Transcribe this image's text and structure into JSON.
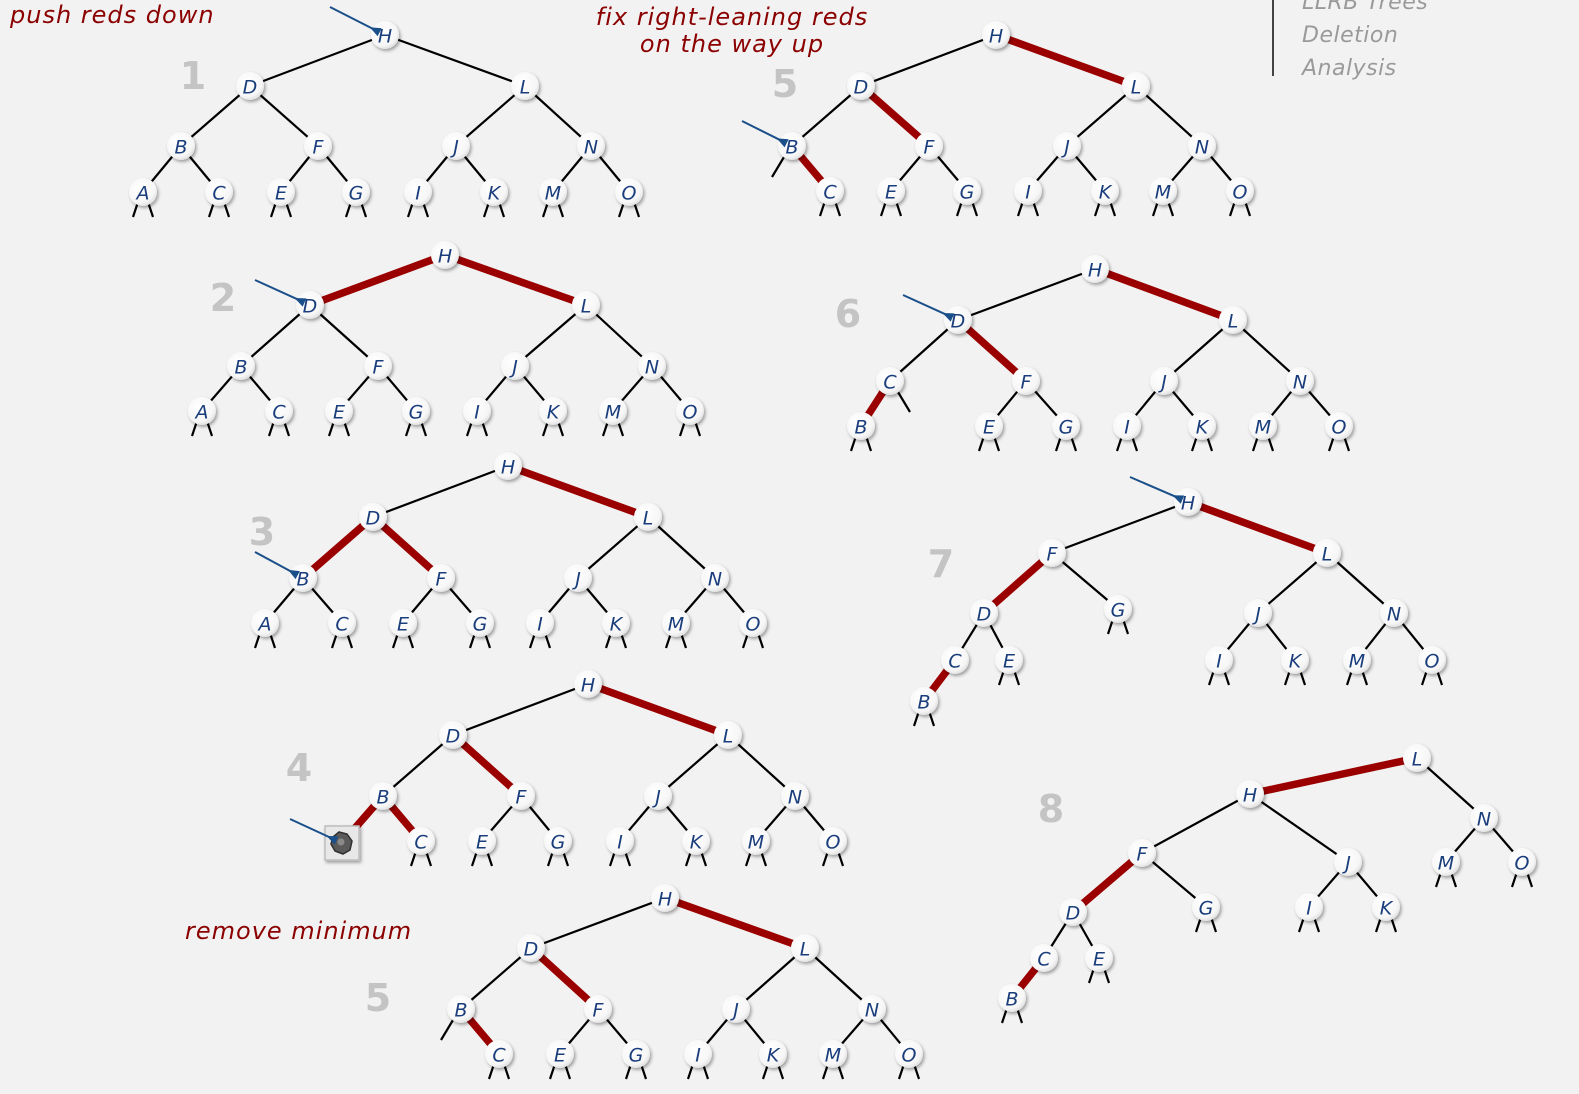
{
  "captions": {
    "push": "push reds down",
    "fix_line1": "fix right-leaning reds",
    "fix_line2": "on the way up",
    "remove": "remove minimum"
  },
  "nav": [
    "LLRB Trees",
    "Deletion",
    "Analysis"
  ],
  "colors": {
    "background": "#f2f2f2",
    "red_link": "#9b0000",
    "black_link": "#000000",
    "node_label": "#1a3d7c",
    "arrow": "#1a4f8a",
    "step_label": "#c4c4c4"
  },
  "steps": [
    {
      "id": "step1",
      "label": "1",
      "pointer": "H",
      "edges": [
        [
          "H",
          "D"
        ],
        [
          "H",
          "L"
        ],
        [
          "D",
          "B"
        ],
        [
          "D",
          "F"
        ],
        [
          "L",
          "J"
        ],
        [
          "L",
          "N"
        ],
        [
          "B",
          "A"
        ],
        [
          "B",
          "C"
        ],
        [
          "F",
          "E"
        ],
        [
          "F",
          "G"
        ],
        [
          "J",
          "I"
        ],
        [
          "J",
          "K"
        ],
        [
          "N",
          "M"
        ],
        [
          "N",
          "O"
        ]
      ],
      "red": [],
      "extra_nulls": [],
      "removed": null
    },
    {
      "id": "step2",
      "label": "2",
      "pointer": "D",
      "edges": [
        [
          "H",
          "D"
        ],
        [
          "H",
          "L"
        ],
        [
          "D",
          "B"
        ],
        [
          "D",
          "F"
        ],
        [
          "L",
          "J"
        ],
        [
          "L",
          "N"
        ],
        [
          "B",
          "A"
        ],
        [
          "B",
          "C"
        ],
        [
          "F",
          "E"
        ],
        [
          "F",
          "G"
        ],
        [
          "J",
          "I"
        ],
        [
          "J",
          "K"
        ],
        [
          "N",
          "M"
        ],
        [
          "N",
          "O"
        ]
      ],
      "red": [
        [
          "H",
          "D"
        ],
        [
          "H",
          "L"
        ]
      ],
      "extra_nulls": [],
      "removed": null
    },
    {
      "id": "step3",
      "label": "3",
      "pointer": "B",
      "edges": [
        [
          "H",
          "D"
        ],
        [
          "H",
          "L"
        ],
        [
          "D",
          "B"
        ],
        [
          "D",
          "F"
        ],
        [
          "L",
          "J"
        ],
        [
          "L",
          "N"
        ],
        [
          "B",
          "A"
        ],
        [
          "B",
          "C"
        ],
        [
          "F",
          "E"
        ],
        [
          "F",
          "G"
        ],
        [
          "J",
          "I"
        ],
        [
          "J",
          "K"
        ],
        [
          "N",
          "M"
        ],
        [
          "N",
          "O"
        ]
      ],
      "red": [
        [
          "H",
          "L"
        ],
        [
          "D",
          "B"
        ],
        [
          "D",
          "F"
        ]
      ],
      "extra_nulls": [],
      "removed": null
    },
    {
      "id": "step4",
      "label": "4",
      "pointer": "X",
      "edges": [
        [
          "H",
          "D"
        ],
        [
          "H",
          "L"
        ],
        [
          "D",
          "B"
        ],
        [
          "D",
          "F"
        ],
        [
          "L",
          "J"
        ],
        [
          "L",
          "N"
        ],
        [
          "B",
          "X"
        ],
        [
          "B",
          "C"
        ],
        [
          "F",
          "E"
        ],
        [
          "F",
          "G"
        ],
        [
          "J",
          "I"
        ],
        [
          "J",
          "K"
        ],
        [
          "N",
          "M"
        ],
        [
          "N",
          "O"
        ]
      ],
      "red": [
        [
          "H",
          "L"
        ],
        [
          "D",
          "F"
        ],
        [
          "B",
          "X"
        ],
        [
          "B",
          "C"
        ]
      ],
      "extra_nulls": [],
      "removed": "X"
    },
    {
      "id": "step5b",
      "label": "5",
      "pointer": null,
      "edges": [
        [
          "H",
          "D"
        ],
        [
          "H",
          "L"
        ],
        [
          "D",
          "B"
        ],
        [
          "D",
          "F"
        ],
        [
          "L",
          "J"
        ],
        [
          "L",
          "N"
        ],
        [
          "B",
          "C"
        ],
        [
          "F",
          "E"
        ],
        [
          "F",
          "G"
        ],
        [
          "J",
          "I"
        ],
        [
          "J",
          "K"
        ],
        [
          "N",
          "M"
        ],
        [
          "N",
          "O"
        ]
      ],
      "red": [
        [
          "H",
          "L"
        ],
        [
          "D",
          "F"
        ],
        [
          "B",
          "C"
        ]
      ],
      "extra_nulls": [
        [
          "B",
          "left"
        ]
      ],
      "removed": null
    },
    {
      "id": "step5a",
      "label": "5",
      "pointer": "B",
      "edges": [
        [
          "H",
          "D"
        ],
        [
          "H",
          "L"
        ],
        [
          "D",
          "B"
        ],
        [
          "D",
          "F"
        ],
        [
          "L",
          "J"
        ],
        [
          "L",
          "N"
        ],
        [
          "B",
          "C"
        ],
        [
          "F",
          "E"
        ],
        [
          "F",
          "G"
        ],
        [
          "J",
          "I"
        ],
        [
          "J",
          "K"
        ],
        [
          "N",
          "M"
        ],
        [
          "N",
          "O"
        ]
      ],
      "red": [
        [
          "H",
          "L"
        ],
        [
          "D",
          "F"
        ],
        [
          "B",
          "C"
        ]
      ],
      "extra_nulls": [
        [
          "B",
          "left"
        ]
      ],
      "removed": null
    },
    {
      "id": "step6",
      "label": "6",
      "pointer": "D",
      "edges": [
        [
          "H",
          "D"
        ],
        [
          "H",
          "L"
        ],
        [
          "D",
          "C"
        ],
        [
          "D",
          "F"
        ],
        [
          "L",
          "J"
        ],
        [
          "L",
          "N"
        ],
        [
          "C",
          "B"
        ],
        [
          "F",
          "E"
        ],
        [
          "F",
          "G"
        ],
        [
          "J",
          "I"
        ],
        [
          "J",
          "K"
        ],
        [
          "N",
          "M"
        ],
        [
          "N",
          "O"
        ]
      ],
      "red": [
        [
          "H",
          "L"
        ],
        [
          "D",
          "F"
        ],
        [
          "C",
          "B"
        ]
      ],
      "extra_nulls": [
        [
          "C",
          "right"
        ]
      ],
      "removed": null
    },
    {
      "id": "step7",
      "label": "7",
      "pointer": "H",
      "edges": [
        [
          "H",
          "F"
        ],
        [
          "H",
          "L"
        ],
        [
          "F",
          "D"
        ],
        [
          "F",
          "G"
        ],
        [
          "L",
          "J"
        ],
        [
          "L",
          "N"
        ],
        [
          "D",
          "C"
        ],
        [
          "D",
          "E"
        ],
        [
          "C",
          "B"
        ],
        [
          "J",
          "I"
        ],
        [
          "J",
          "K"
        ],
        [
          "N",
          "M"
        ],
        [
          "N",
          "O"
        ]
      ],
      "red": [
        [
          "H",
          "L"
        ],
        [
          "F",
          "D"
        ],
        [
          "C",
          "B"
        ]
      ],
      "extra_nulls": [],
      "removed": null
    },
    {
      "id": "step8",
      "label": "8",
      "pointer": null,
      "edges": [
        [
          "L",
          "H"
        ],
        [
          "L",
          "N"
        ],
        [
          "H",
          "F"
        ],
        [
          "H",
          "J"
        ],
        [
          "N",
          "M"
        ],
        [
          "N",
          "O"
        ],
        [
          "F",
          "D"
        ],
        [
          "F",
          "G"
        ],
        [
          "J",
          "I"
        ],
        [
          "J",
          "K"
        ],
        [
          "D",
          "C"
        ],
        [
          "D",
          "E"
        ],
        [
          "C",
          "B"
        ]
      ],
      "red": [
        [
          "L",
          "H"
        ],
        [
          "F",
          "D"
        ],
        [
          "C",
          "B"
        ]
      ],
      "extra_nulls": [],
      "removed": null
    }
  ]
}
